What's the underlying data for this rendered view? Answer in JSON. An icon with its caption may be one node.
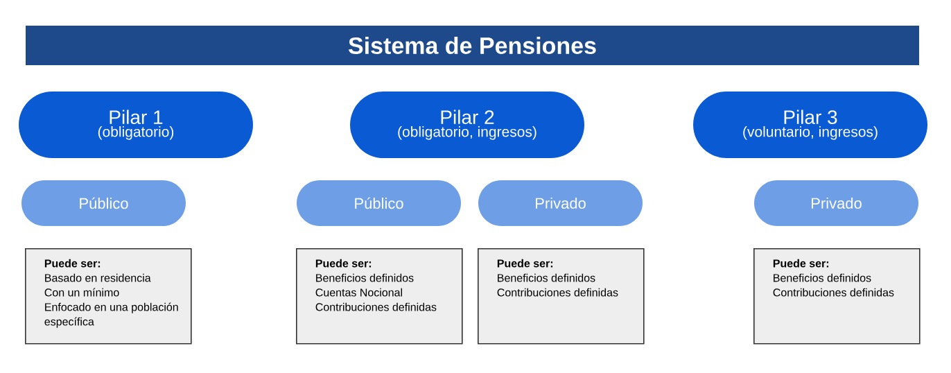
{
  "diagram": {
    "title": "Sistema de Pensiones",
    "nodes": [
      {
        "text": [
          "Pilar 1",
          "(obligatorio)"
        ]
      },
      {
        "text": [
          "Pilar 2",
          "(obligatorio, ingresos)"
        ]
      },
      {
        "text": [
          "Pilar 3",
          "(voluntario, ingresos)"
        ]
      },
      {
        "text": [
          "Público"
        ]
      },
      {
        "text": [
          "Público"
        ]
      },
      {
        "text": [
          "Privado"
        ]
      },
      {
        "text": [
          "Privado"
        ]
      },
      {
        "text": [
          "Puede ser:",
          "Basado en residencia",
          "Con un mínimo",
          "Enfocado en una población específica"
        ]
      },
      {
        "text": [
          "Puede ser:",
          "Beneficios definidos",
          "Cuentas Nocional",
          "Contribuciones definidas"
        ]
      },
      {
        "text": [
          "Puede ser:",
          "Beneficios definidos",
          "Contribuciones definidas"
        ]
      },
      {
        "text": [
          "Puede ser:",
          "Beneficios definidos",
          "Contribuciones definidas"
        ]
      }
    ]
  }
}
